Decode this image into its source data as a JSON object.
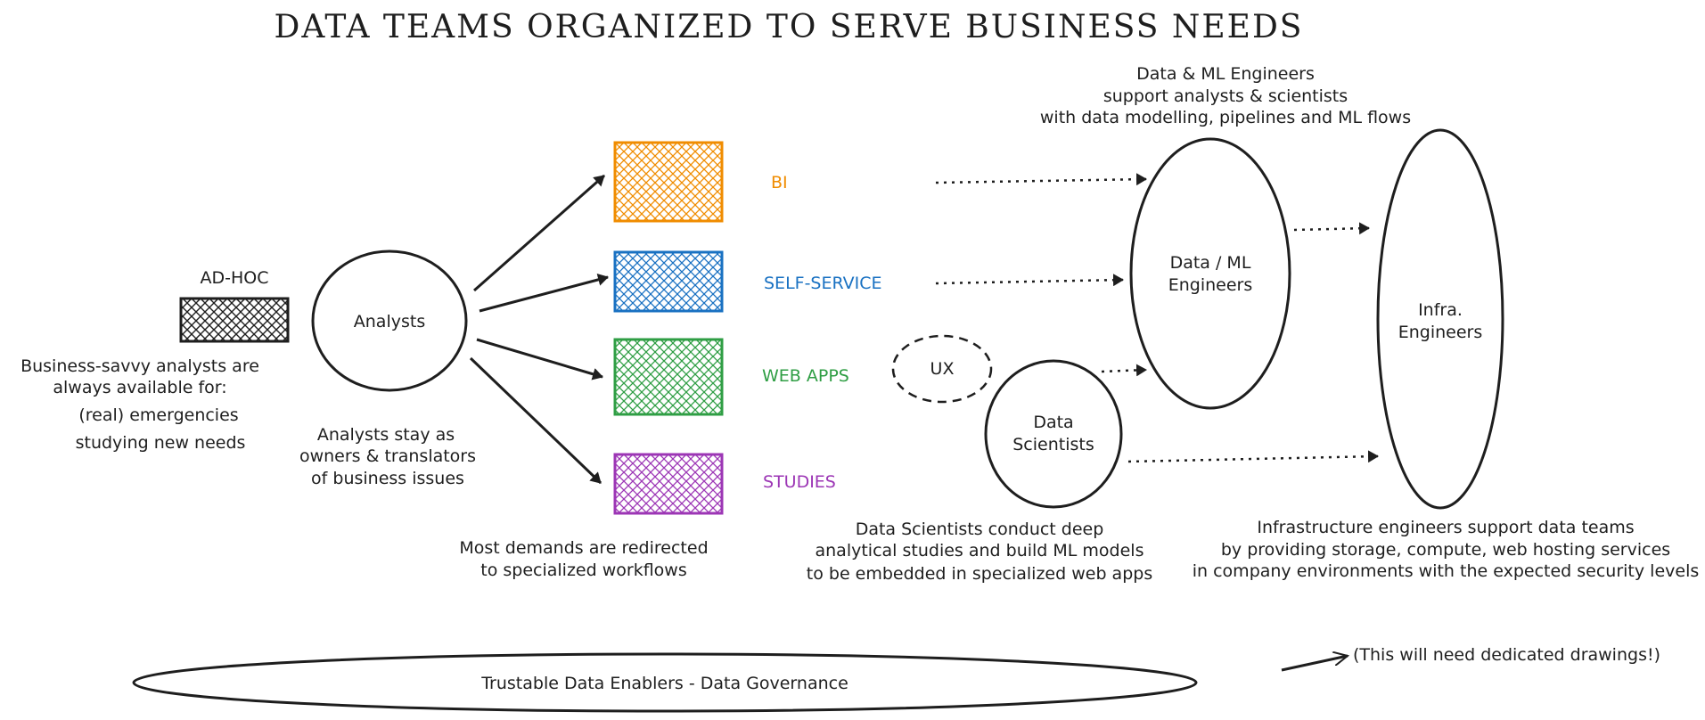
{
  "title": "DATA TEAMS ORGANIZED TO SERVE BUSINESS NEEDS",
  "adhoc": {
    "label": "AD-HOC",
    "color": "#1e1e1e",
    "note": [
      "Business-savvy analysts are",
      "always available for:",
      "(real) emergencies",
      "studying new needs"
    ]
  },
  "analysts": {
    "label": "Analysts",
    "note": [
      "Analysts stay as",
      "owners & translators",
      "of business issues"
    ]
  },
  "workflows": [
    {
      "label": "BI",
      "color": "#f08c00"
    },
    {
      "label": "SELF-SERVICE",
      "color": "#1971c2"
    },
    {
      "label": "WEB APPS",
      "color": "#2f9e44"
    },
    {
      "label": "STUDIES",
      "color": "#9c36b5"
    }
  ],
  "workflows_note": [
    "Most demands are redirected",
    "to specialized workflows"
  ],
  "ux": {
    "label": "UX"
  },
  "data_scientists": {
    "label": [
      "Data",
      "Scientists"
    ],
    "note": [
      "Data Scientists conduct deep",
      "analytical studies and build ML models",
      "to be embedded in specialized web apps"
    ]
  },
  "data_ml_engineers": {
    "label": [
      "Data / ML",
      "Engineers"
    ],
    "note": [
      "Data & ML Engineers",
      "support analysts & scientists",
      "with data modelling, pipelines and ML flows"
    ]
  },
  "infra_engineers": {
    "label": [
      "Infra.",
      "Engineers"
    ],
    "note": [
      "Infrastructure engineers support data teams",
      "by providing storage, compute, web hosting services",
      "in company environments with the expected security levels"
    ]
  },
  "governance": {
    "label": "Trustable Data Enablers - Data Governance",
    "note": "(This will need dedicated drawings!)"
  }
}
